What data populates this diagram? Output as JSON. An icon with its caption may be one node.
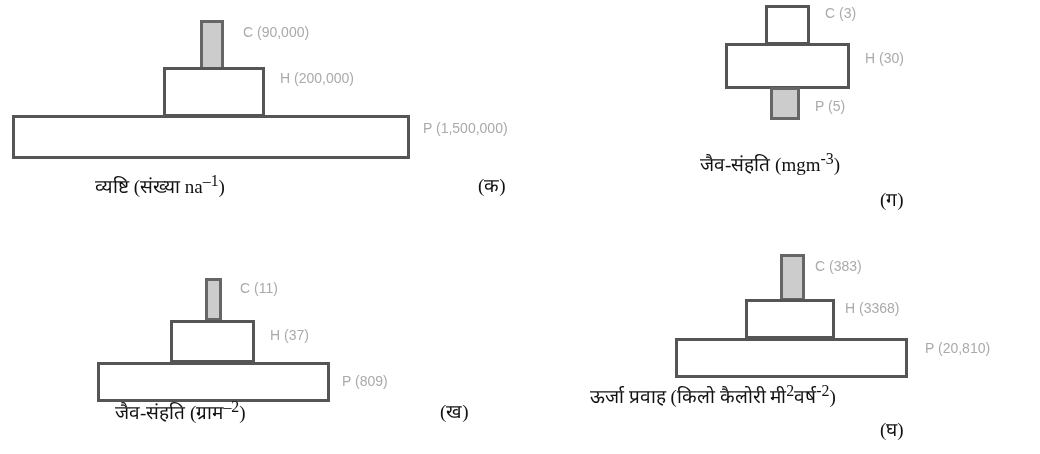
{
  "diagram": {
    "nodes": [
      {
        "text": [
          "C (90,000)"
        ]
      },
      {
        "text": [
          "H (200,000)"
        ]
      },
      {
        "text": [
          "P (1,500,000)"
        ]
      },
      {
        "text": [
          "C (3)"
        ]
      },
      {
        "text": [
          "H (30)"
        ]
      },
      {
        "text": [
          "P (5)"
        ]
      },
      {
        "text": [
          "C (11)"
        ]
      },
      {
        "text": [
          "H (37)"
        ]
      },
      {
        "text": [
          "P (809)"
        ]
      },
      {
        "text": [
          "C (383)"
        ]
      },
      {
        "text": [
          "H (3368)"
        ]
      },
      {
        "text": [
          "P (20,810)"
        ]
      }
    ],
    "labels": [
      "व्यष्टि (संख्या na$^{–1}$)",
      "(क)",
      "जैव-संहति (mgm$^{-3}$)",
      "(ग)",
      "जैव-संहति (ग्राम$^{–2}$)",
      "(ख)",
      "ऊर्जा प्रवाह (किलो कैलोरी मी$^{2}$वर्ष$^{-2}$)",
      "(घ)"
    ]
  }
}
